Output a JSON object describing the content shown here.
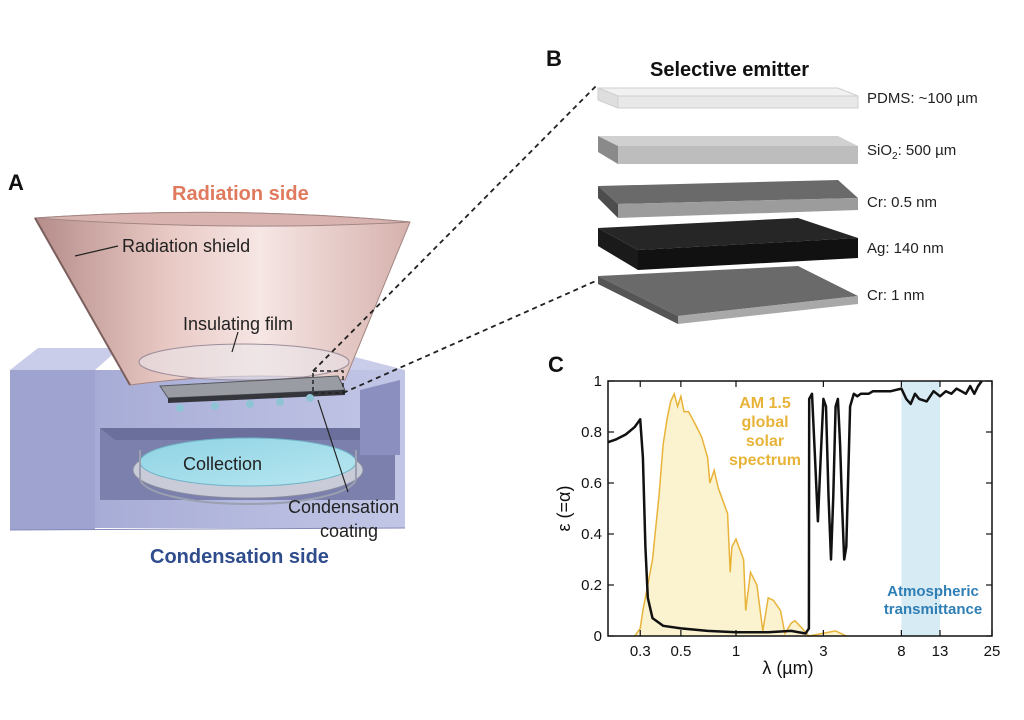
{
  "panels": {
    "a": "A",
    "b": "B",
    "c": "C"
  },
  "device": {
    "radiation_side": "Radiation side",
    "radiation_shield": "Radiation shield",
    "insulating_film": "Insulating film",
    "collection": "Collection",
    "condensation_coating_line1": "Condensation",
    "condensation_coating_line2": "coating",
    "condensation_side": "Condensation side"
  },
  "emitter": {
    "title": "Selective emitter",
    "layers": [
      {
        "label": "PDMS: ~100 µm"
      },
      {
        "label_prefix": "SiO",
        "label_sub": "2",
        "label_suffix": ": 500 µm"
      },
      {
        "label": "Cr: 0.5 nm"
      },
      {
        "label": "Ag: 140 nm"
      },
      {
        "label": "Cr: 1 nm"
      }
    ]
  },
  "colors": {
    "radiation_side": "#e07a5f",
    "condensation_side": "#2f4d8c",
    "am15": "#e8b339",
    "atmos_band": "#d6ebf4",
    "atmos_text": "#2f7fb5"
  },
  "chart_data": {
    "type": "line",
    "xlabel": "λ (µm)",
    "ylabel": "ε (=α)",
    "x_scale": "log",
    "xlim": [
      0.2,
      25
    ],
    "ylim": [
      0,
      1
    ],
    "x_ticks": [
      {
        "value": 0.3,
        "label": "0.3"
      },
      {
        "value": 0.5,
        "label": "0.5"
      },
      {
        "value": 1,
        "label": "1"
      },
      {
        "value": 3,
        "label": "3"
      },
      {
        "value": 8,
        "label": "8"
      },
      {
        "value": 13,
        "label": "13"
      },
      {
        "value": 25,
        "label": "25"
      }
    ],
    "y_ticks": [
      {
        "value": 0,
        "label": "0"
      },
      {
        "value": 0.2,
        "label": "0.2"
      },
      {
        "value": 0.4,
        "label": "0.4"
      },
      {
        "value": 0.6,
        "label": "0.6"
      },
      {
        "value": 0.8,
        "label": "0.8"
      },
      {
        "value": 1,
        "label": "1"
      }
    ],
    "am15_label": [
      "AM 1.5",
      "global",
      "solar",
      "spectrum"
    ],
    "atmos_label": [
      "Atmospheric",
      "transmittance"
    ],
    "atmos_band": [
      8,
      13
    ],
    "emitter_series": {
      "x": [
        0.2,
        0.22,
        0.25,
        0.28,
        0.3,
        0.31,
        0.32,
        0.33,
        0.35,
        0.4,
        0.5,
        0.7,
        1.0,
        1.5,
        2.0,
        2.4,
        2.5,
        2.51,
        2.6,
        2.7,
        2.8,
        2.9,
        3.0,
        3.1,
        3.2,
        3.3,
        3.4,
        3.5,
        3.6,
        3.7,
        3.8,
        3.9,
        4.0,
        4.2,
        4.4,
        4.6,
        4.8,
        5.0,
        5.3,
        5.6,
        6.0,
        7.0,
        8.0,
        8.5,
        9.0,
        9.5,
        10.0,
        11.0,
        12.0,
        13.0,
        14.0,
        15.0,
        16.0,
        17.0,
        18.0,
        19.0,
        20.0,
        21.0,
        22.0
      ],
      "y": [
        0.76,
        0.77,
        0.79,
        0.82,
        0.85,
        0.7,
        0.35,
        0.15,
        0.07,
        0.04,
        0.03,
        0.02,
        0.015,
        0.015,
        0.02,
        0.01,
        0.03,
        0.93,
        0.95,
        0.7,
        0.45,
        0.7,
        0.93,
        0.9,
        0.55,
        0.3,
        0.55,
        0.9,
        0.93,
        0.75,
        0.5,
        0.3,
        0.35,
        0.9,
        0.95,
        0.94,
        0.95,
        0.95,
        0.95,
        0.96,
        0.96,
        0.96,
        0.97,
        0.93,
        0.91,
        0.95,
        0.93,
        0.92,
        0.96,
        0.94,
        0.96,
        0.95,
        0.97,
        0.96,
        0.95,
        0.98,
        0.95,
        0.98,
        1.0
      ]
    },
    "am15_series": {
      "x": [
        0.28,
        0.3,
        0.31,
        0.33,
        0.35,
        0.38,
        0.4,
        0.42,
        0.44,
        0.46,
        0.48,
        0.5,
        0.52,
        0.55,
        0.58,
        0.6,
        0.65,
        0.7,
        0.72,
        0.76,
        0.8,
        0.9,
        0.93,
        0.95,
        1.0,
        1.1,
        1.13,
        1.2,
        1.3,
        1.4,
        1.5,
        1.6,
        1.75,
        1.85,
        2.0,
        2.1,
        2.3,
        2.5,
        3.5,
        4.0
      ],
      "y": [
        0.0,
        0.03,
        0.1,
        0.2,
        0.3,
        0.55,
        0.75,
        0.85,
        0.92,
        0.95,
        0.9,
        0.94,
        0.88,
        0.88,
        0.85,
        0.83,
        0.78,
        0.7,
        0.6,
        0.65,
        0.58,
        0.48,
        0.25,
        0.35,
        0.38,
        0.3,
        0.1,
        0.25,
        0.2,
        0.02,
        0.15,
        0.14,
        0.1,
        0.01,
        0.05,
        0.06,
        0.03,
        0.0,
        0.02,
        0.0
      ]
    }
  }
}
